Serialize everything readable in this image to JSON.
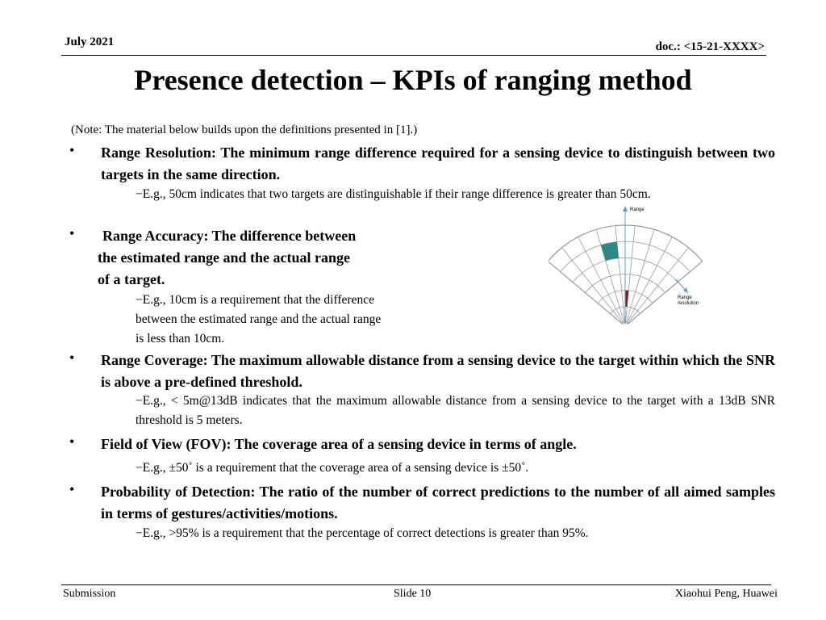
{
  "header": {
    "date": "July 2021",
    "doc": "doc.: <15-21-XXXX>"
  },
  "title": "Presence detection – KPIs of ranging method",
  "note": "(Note: The material below builds upon the definitions presented in [1].)",
  "bullet_char": "•",
  "items": [
    {
      "title": "Range Resolution: The minimum range difference required for a sensing device to distinguish between two targets in the same direction.",
      "example": "−E.g., 50cm indicates that two targets are distinguishable if their range difference is greater than 50cm."
    },
    {
      "title_lines": [
        "Range Accuracy: The difference between",
        "the estimated range and the actual range",
        "of a target."
      ],
      "example_lines": [
        "−E.g., 10cm is a requirement that the difference",
        "between the estimated range and the actual range",
        "is less than 10cm."
      ]
    },
    {
      "title": "Range Coverage: The maximum allowable distance from a sensing device to the target within which the SNR is above a pre-defined threshold.",
      "example": "−E.g., < 5m@13dB indicates that the maximum allowable distance from a sensing device to the target with a 13dB SNR threshold is 5 meters."
    },
    {
      "title": "Field of View (FOV): The coverage area of a sensing device in terms of angle.",
      "example": "−E.g., ±50˚ is a requirement that the coverage area of a sensing device is ±50˚."
    },
    {
      "title": "Probability of Detection: The ratio of the number of correct predictions to the number of all aimed samples in terms of  gestures/activities/motions.",
      "example": "−E.g., >95% is a requirement that the percentage of correct detections is greater than 95%."
    }
  ],
  "figure": {
    "range_label": "Range",
    "resolution_label_1": "Range",
    "resolution_label_2": "resolution",
    "grid_color": "#999999",
    "cell_teal": "#2a8a88",
    "cell_red": "#8b1a1a",
    "arrow_color": "#5b9bd5"
  },
  "footer": {
    "left": "Submission",
    "center": "Slide 10",
    "right": "Xiaohui Peng, Huawei"
  }
}
